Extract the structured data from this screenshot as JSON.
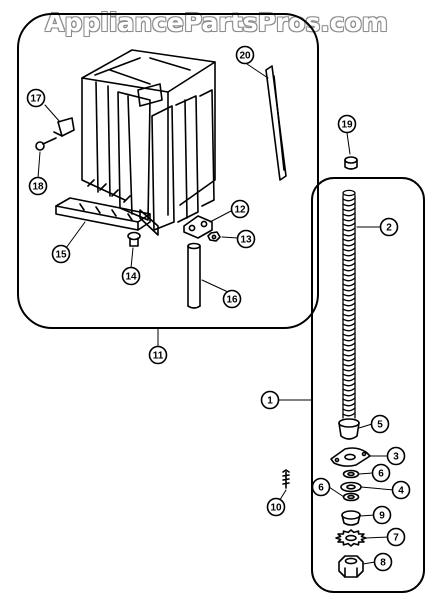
{
  "watermark": "AppliancePartsPros.com",
  "callouts": [
    {
      "id": "c1",
      "label": "1"
    },
    {
      "id": "c2",
      "label": "2"
    },
    {
      "id": "c3",
      "label": "3"
    },
    {
      "id": "c4",
      "label": "4"
    },
    {
      "id": "c5",
      "label": "5"
    },
    {
      "id": "c6a",
      "label": "6"
    },
    {
      "id": "c6b",
      "label": "6"
    },
    {
      "id": "c7",
      "label": "7"
    },
    {
      "id": "c8",
      "label": "8"
    },
    {
      "id": "c9",
      "label": "9"
    },
    {
      "id": "c10",
      "label": "10"
    },
    {
      "id": "c11",
      "label": "11"
    },
    {
      "id": "c12",
      "label": "12"
    },
    {
      "id": "c13",
      "label": "13"
    },
    {
      "id": "c14",
      "label": "14"
    },
    {
      "id": "c15",
      "label": "15"
    },
    {
      "id": "c16",
      "label": "16"
    },
    {
      "id": "c17",
      "label": "17"
    },
    {
      "id": "c18",
      "label": "18"
    },
    {
      "id": "c19",
      "label": "19"
    },
    {
      "id": "c20",
      "label": "20"
    }
  ]
}
